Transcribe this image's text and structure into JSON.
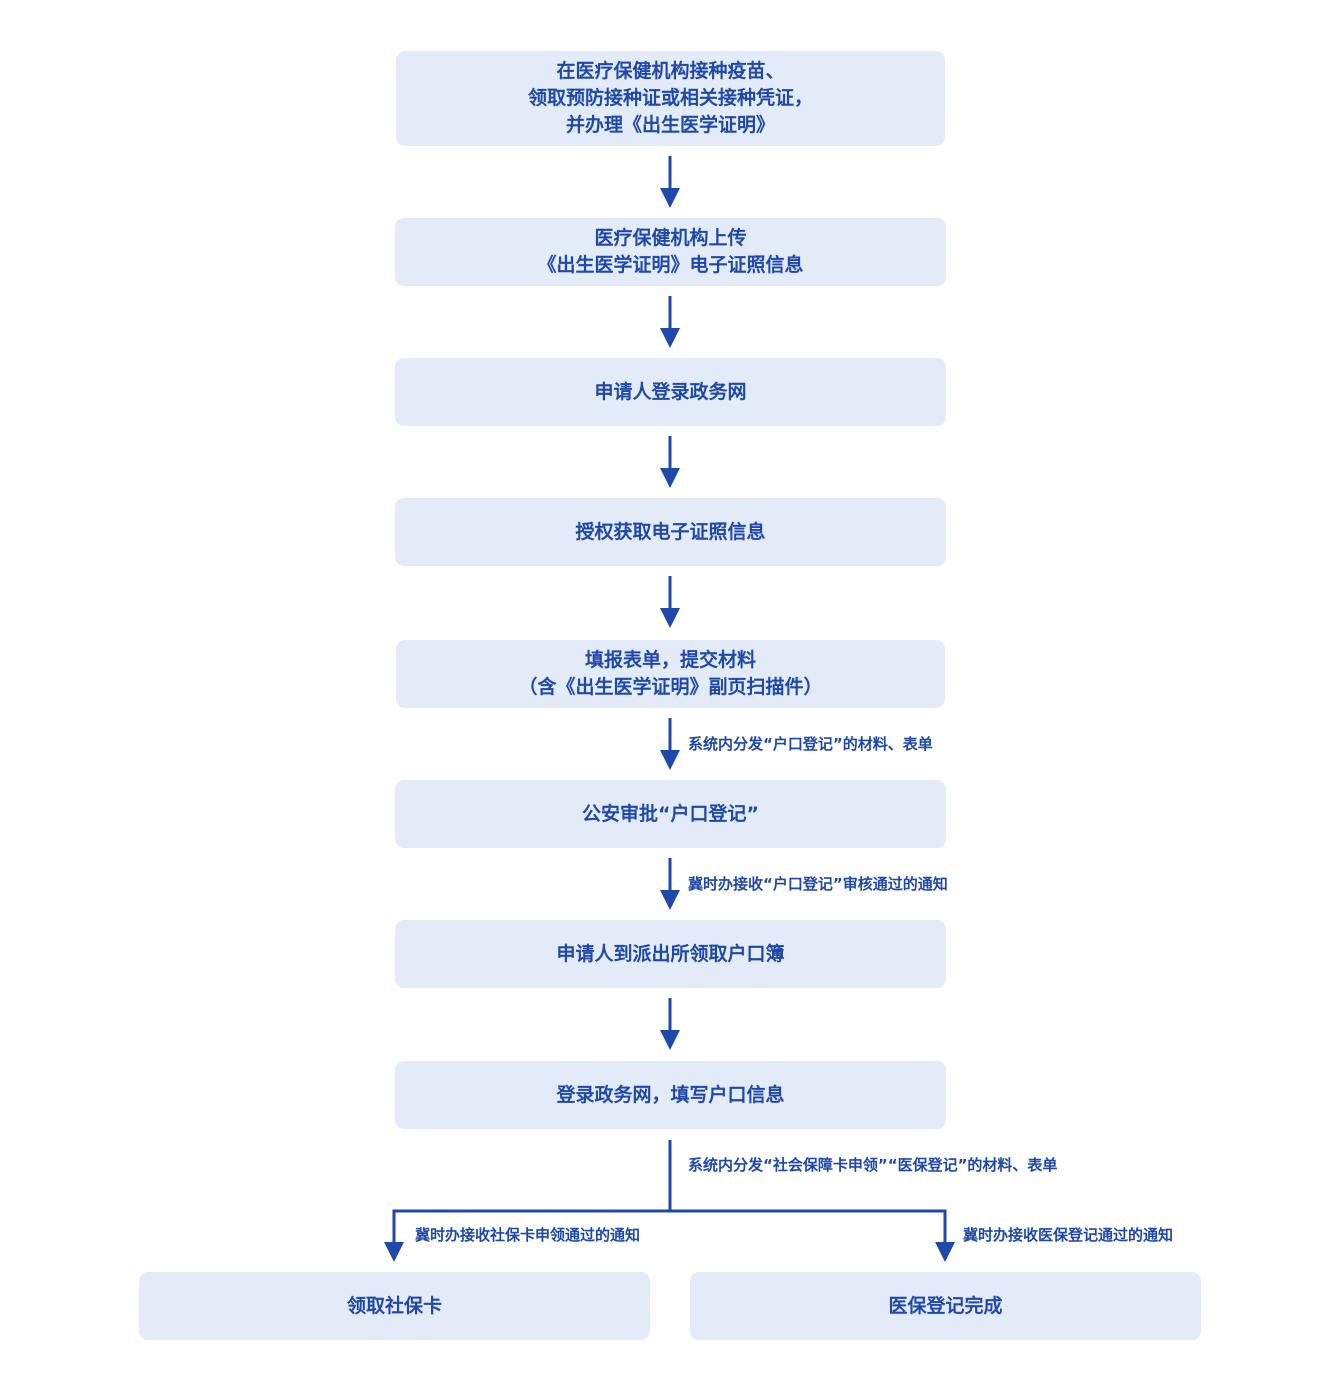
{
  "colors": {
    "node_fill": "#e3ebf9",
    "text": "#1f48a8",
    "connector": "#1f48a8",
    "background": "#ffffff"
  },
  "nodes": [
    {
      "id": "vaccination-step",
      "text": "在医疗保健机构接种疫苗、\n领取预防接种证或相关接种凭证，\n并办理《出生医学证明》"
    },
    {
      "id": "upload-step",
      "text": "医疗保健机构上传\n《出生医学证明》电子证照信息"
    },
    {
      "id": "login-step",
      "text": "申请人登录政务网"
    },
    {
      "id": "authorize-step",
      "text": "授权获取电子证照信息"
    },
    {
      "id": "fill-form-step",
      "text": "填报表单，提交材料\n（含《出生医学证明》副页扫描件）"
    },
    {
      "id": "police-approval-step",
      "text": "公安审批“户口登记”"
    },
    {
      "id": "collect-hukou-step",
      "text": "申请人到派出所领取户口簿"
    },
    {
      "id": "login-fill-hukou-step",
      "text": "登录政务网，填写户口信息"
    },
    {
      "id": "social-card-step",
      "text": "领取社保卡"
    },
    {
      "id": "medical-insurance-step",
      "text": "医保登记完成"
    }
  ],
  "edge_labels": {
    "dispatch_hukou": "系统内分发“户口登记”的材料、表单",
    "notify_hukou": "冀时办接收“户口登记”审核通过的通知",
    "dispatch_social": "系统内分发“社会保障卡申领”“医保登记”的材料、表单",
    "notify_social_card": "冀时办接收社保卡申领通过的通知",
    "notify_medical": "冀时办接收医保登记通过的通知"
  }
}
